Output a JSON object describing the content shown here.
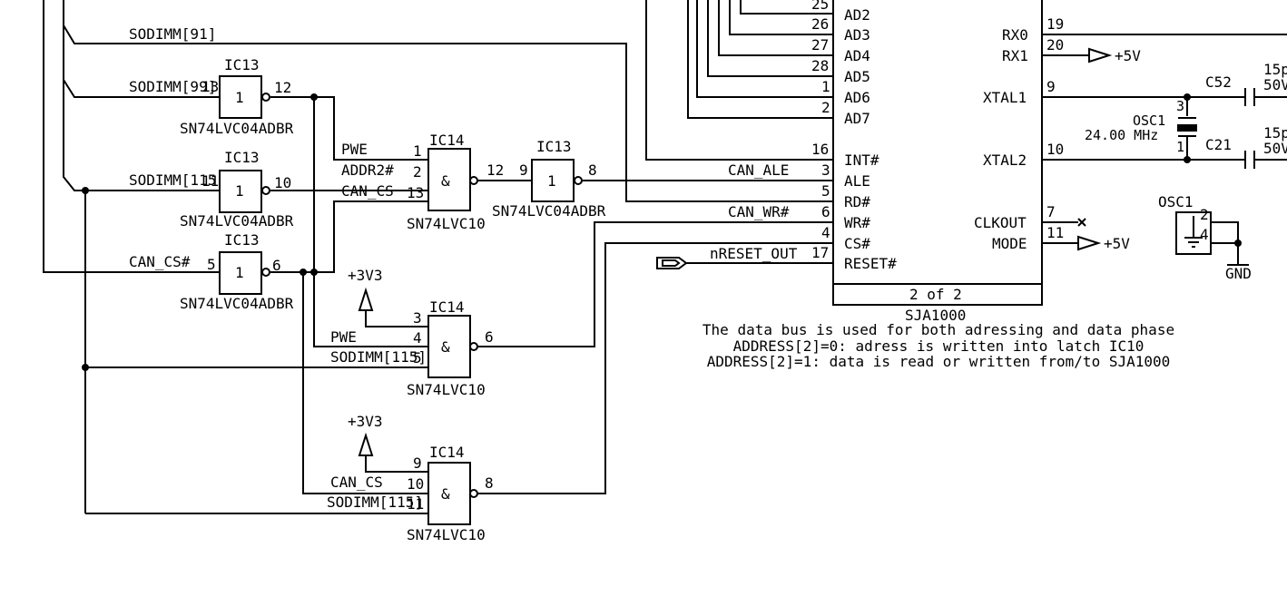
{
  "gates": {
    "g1": {
      "ref": "IC13",
      "part": "SN74LVC04ADBR",
      "sym": "1",
      "pin_in": "13",
      "pin_out": "12"
    },
    "g2": {
      "ref": "IC13",
      "part": "SN74LVC04ADBR",
      "sym": "1",
      "pin_in": "11",
      "pin_out": "10"
    },
    "g3": {
      "ref": "IC13",
      "part": "SN74LVC04ADBR",
      "sym": "1",
      "pin_in": "5",
      "pin_out": "6"
    },
    "g4": {
      "ref": "IC14",
      "part": "SN74LVC10",
      "sym": "&",
      "pin_a": "1",
      "pin_b": "2",
      "pin_c": "13",
      "pin_out": "12"
    },
    "g5": {
      "ref": "IC13",
      "part": "SN74LVC04ADBR",
      "sym": "1",
      "pin_in": "9",
      "pin_out": "8"
    },
    "g6": {
      "ref": "IC14",
      "part": "SN74LVC10",
      "sym": "&",
      "pin_a": "3",
      "pin_b": "4",
      "pin_c": "5",
      "pin_out": "6"
    },
    "g7": {
      "ref": "IC14",
      "part": "SN74LVC10",
      "sym": "&",
      "pin_a": "9",
      "pin_b": "10",
      "pin_c": "11",
      "pin_out": "8"
    }
  },
  "nets": {
    "sodimm91": "SODIMM[91]",
    "sodimm99": "SODIMM[99]",
    "sodimm115": "SODIMM[115]",
    "can_cs_n": "CAN_CS#",
    "pwe": "PWE",
    "addr2_n": "ADDR2#",
    "can_cs": "CAN_CS",
    "can_ale": "CAN_ALE",
    "can_wr_n": "CAN_WR#",
    "nreset_out": "nRESET_OUT",
    "pwr_3v3": "+3V3",
    "pwr_5v": "+5V",
    "gnd": "GND"
  },
  "sja1000": {
    "name": "SJA1000",
    "unit": "2 of 2",
    "left_pins": [
      {
        "num": "25",
        "name": "AD2"
      },
      {
        "num": "26",
        "name": "AD3"
      },
      {
        "num": "27",
        "name": "AD4"
      },
      {
        "num": "28",
        "name": "AD5"
      },
      {
        "num": "1",
        "name": "AD6"
      },
      {
        "num": "2",
        "name": "AD7"
      },
      {
        "num": "16",
        "name": "INT#"
      },
      {
        "num": "3",
        "name": "ALE"
      },
      {
        "num": "5",
        "name": "RD#"
      },
      {
        "num": "6",
        "name": "WR#"
      },
      {
        "num": "4",
        "name": "CS#"
      },
      {
        "num": "17",
        "name": "RESET#"
      }
    ],
    "right_pins": [
      {
        "num": "19",
        "name": "RX0"
      },
      {
        "num": "20",
        "name": "RX1"
      },
      {
        "num": "9",
        "name": "XTAL1"
      },
      {
        "num": "10",
        "name": "XTAL2"
      },
      {
        "num": "7",
        "name": "CLKOUT"
      },
      {
        "num": "11",
        "name": "MODE"
      }
    ]
  },
  "crystal": {
    "ref": "OSC1",
    "value": "24.00 MHz",
    "pin_top": "3",
    "pin_bottom": "1"
  },
  "osc_unit2": {
    "ref": "OSC1",
    "pin_a": "2",
    "pin_b": "4"
  },
  "caps": [
    {
      "ref": "C52",
      "value": "15p",
      "pin": "50V"
    },
    {
      "ref": "C21",
      "value": "15p",
      "pin": "50V"
    }
  ],
  "notes": [
    "The data bus is used for both adressing and data phase",
    "ADDRESS[2]=0: adress is written into latch IC10",
    "ADDRESS[2]=1: data is read or written from/to SJA1000"
  ]
}
